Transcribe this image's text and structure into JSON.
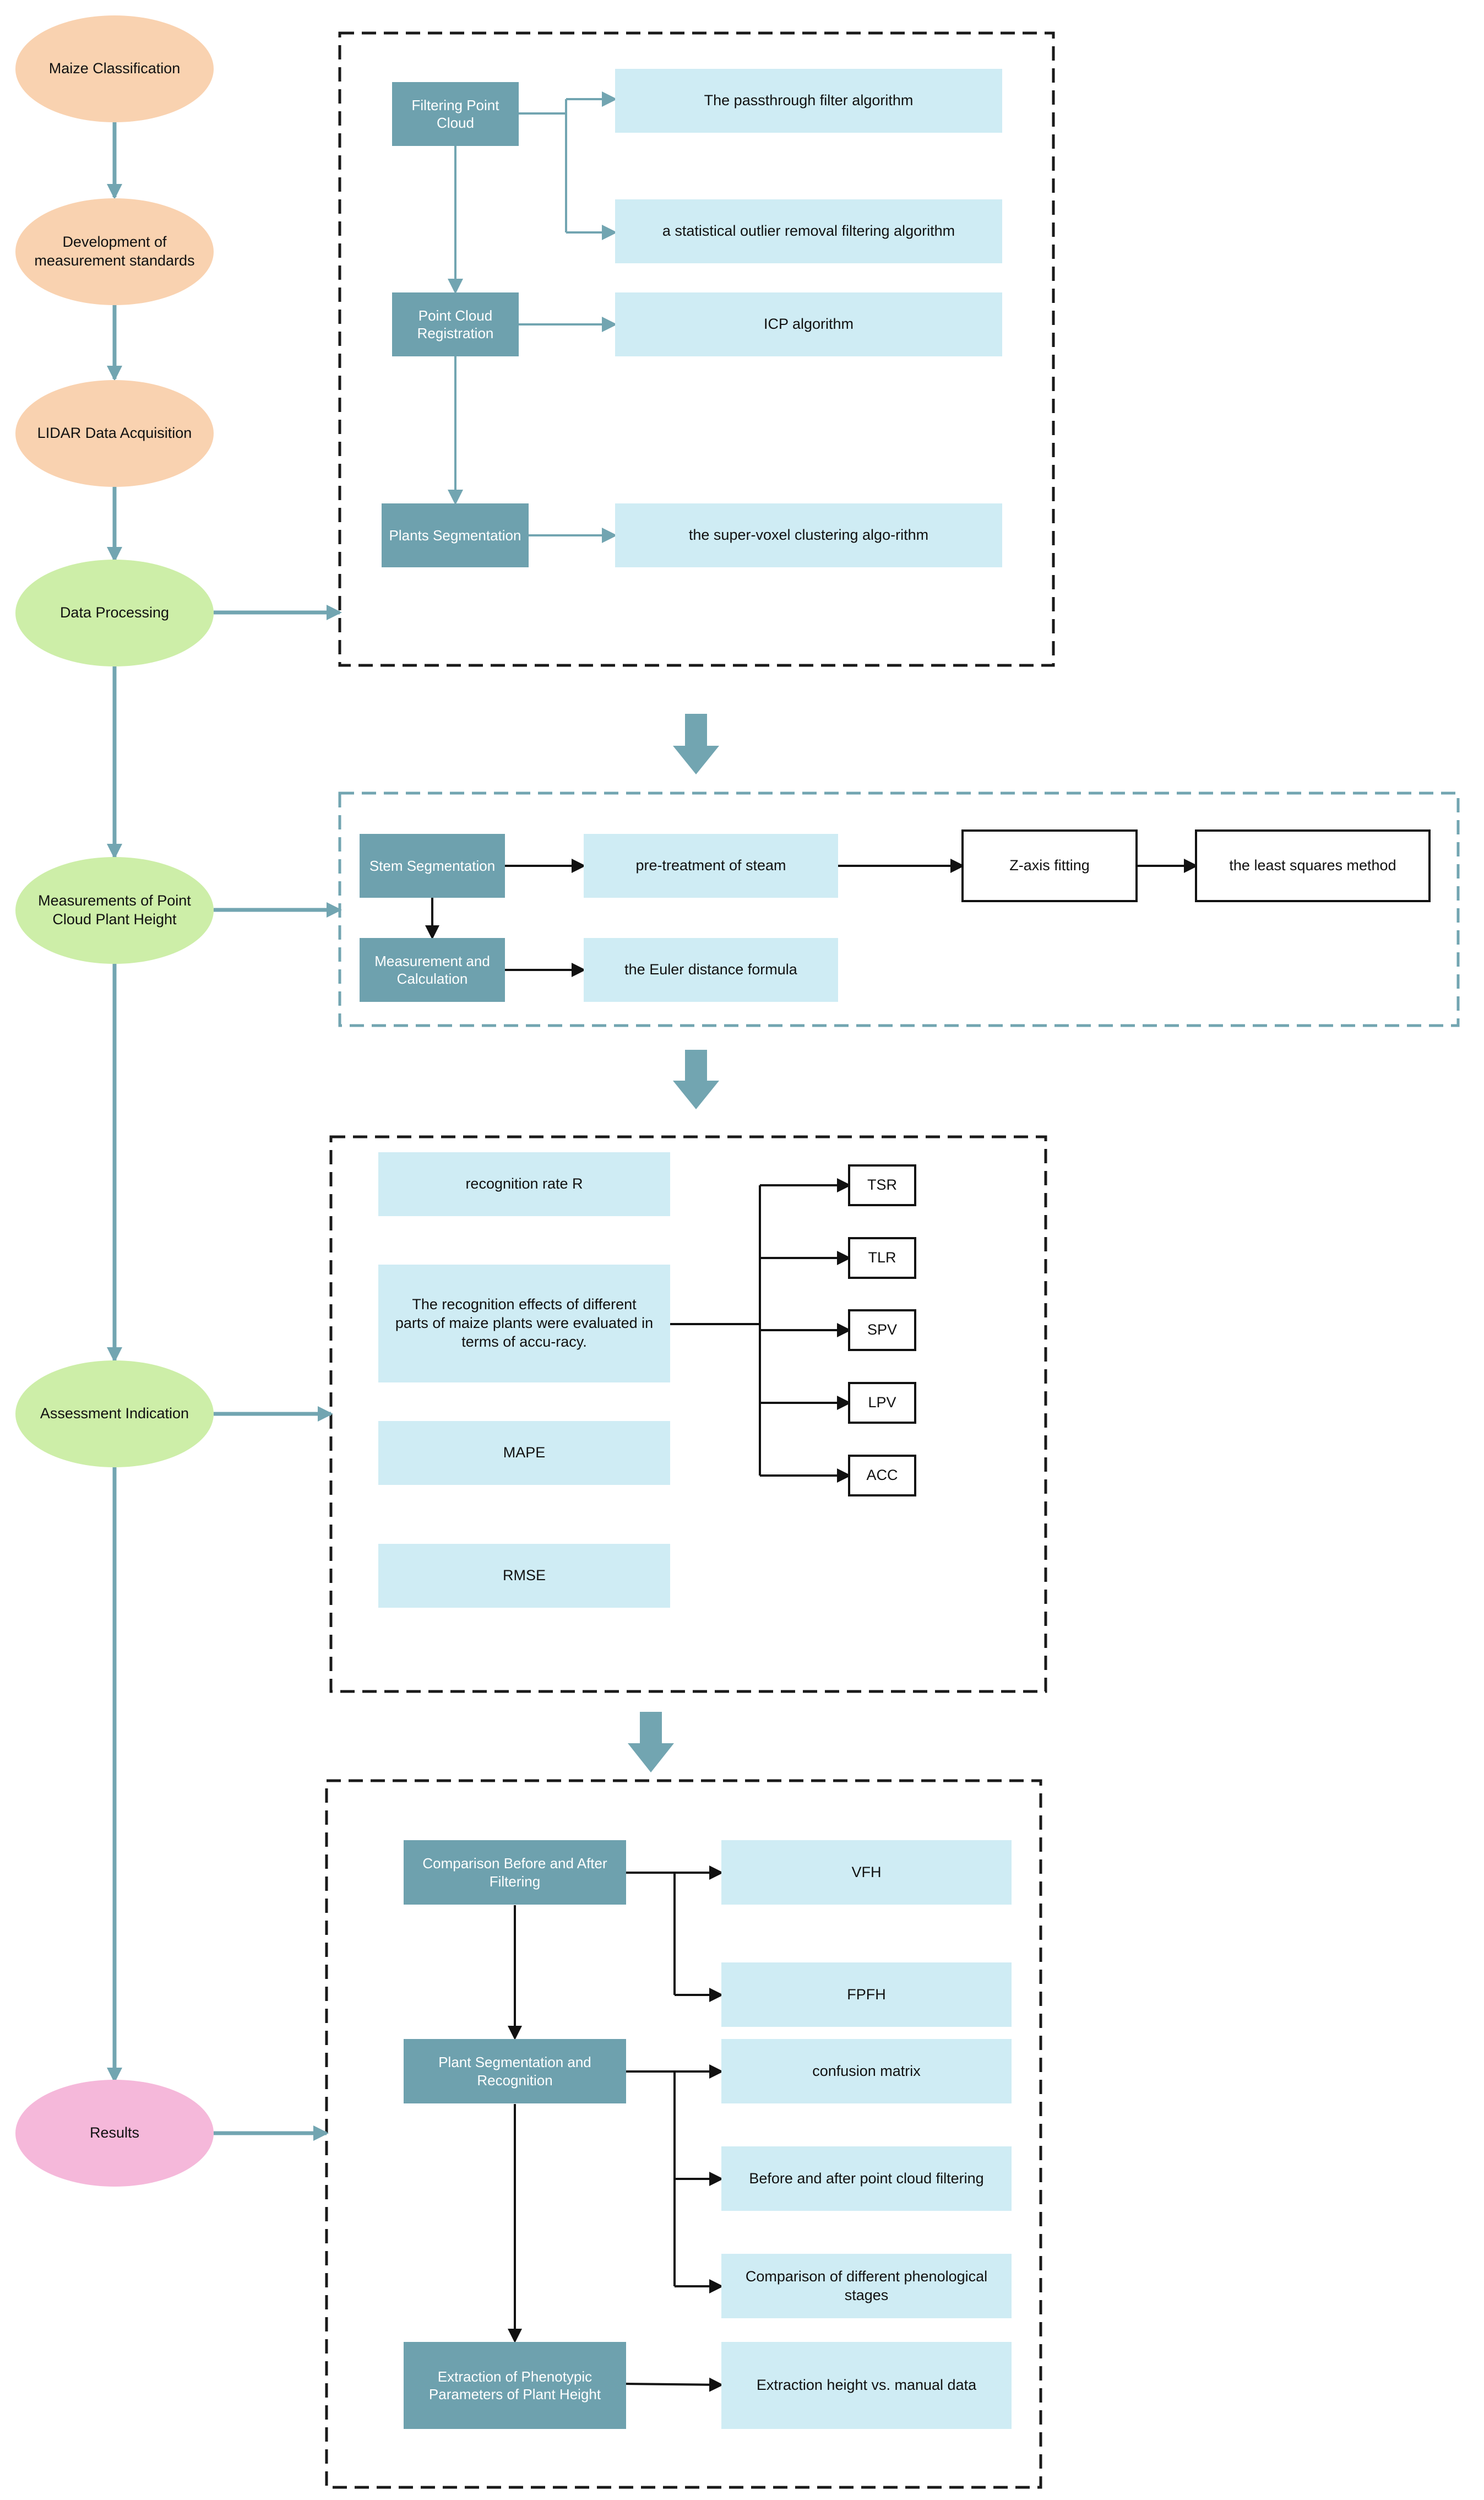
{
  "colors": {
    "peach": "#f9d2b0",
    "green": "#cdeea8",
    "pink": "#f5b8da",
    "teal_box": "#6ea1ae",
    "light_box": "#cfecf4",
    "connector": "#72a5b1",
    "dashed_border": "#1a1a1a",
    "teal_dashed_border": "#72a5b1"
  },
  "flow": {
    "maize_classification": "Maize Classification",
    "development_standards": "Development of measurement standards",
    "lidar_acquisition": "LIDAR Data Acquisition",
    "data_processing": "Data Processing",
    "measurements_height": "Measurements of Point Cloud Plant Height",
    "assessment_indication": "Assessment Indication",
    "results": "Results"
  },
  "processing": {
    "filtering": "Filtering Point Cloud",
    "passthrough": "The passthrough filter algorithm",
    "outlier": "a statistical outlier removal filtering algorithm",
    "registration": "Point Cloud Registration",
    "icp": "ICP algorithm",
    "segmentation": "Plants Segmentation",
    "supervoxel": "the super-voxel clustering algo-rithm"
  },
  "measurement": {
    "stem_segmentation": "Stem Segmentation",
    "pretreatment": "pre-treatment of steam",
    "z_axis": "Z-axis fitting",
    "least_squares": "the least squares method",
    "measurement_calc": "Measurement and Calculation",
    "euler": "the Euler distance formula"
  },
  "assessment": {
    "recognition_rate": "recognition rate R",
    "recognition_effects": "The recognition effects of different parts of maize plants were evaluated in terms of accu-racy.",
    "mape": "MAPE",
    "rmse": "RMSE",
    "metrics": [
      "TSR",
      "TLR",
      "SPV",
      "LPV",
      "ACC"
    ]
  },
  "results_panel": {
    "comparison_filtering": "Comparison Before and After Filtering",
    "vfh": "VFH",
    "fpfh": "FPFH",
    "plant_seg_recognition": "Plant Segmentation and Recognition",
    "confusion": "confusion matrix",
    "before_after": "Before and after point cloud filtering",
    "phenological": "Comparison of different phenological stages",
    "extraction_params": "Extraction of Phenotypic Parameters of Plant Height",
    "extraction_vs_manual": "Extraction height vs. manual data"
  }
}
